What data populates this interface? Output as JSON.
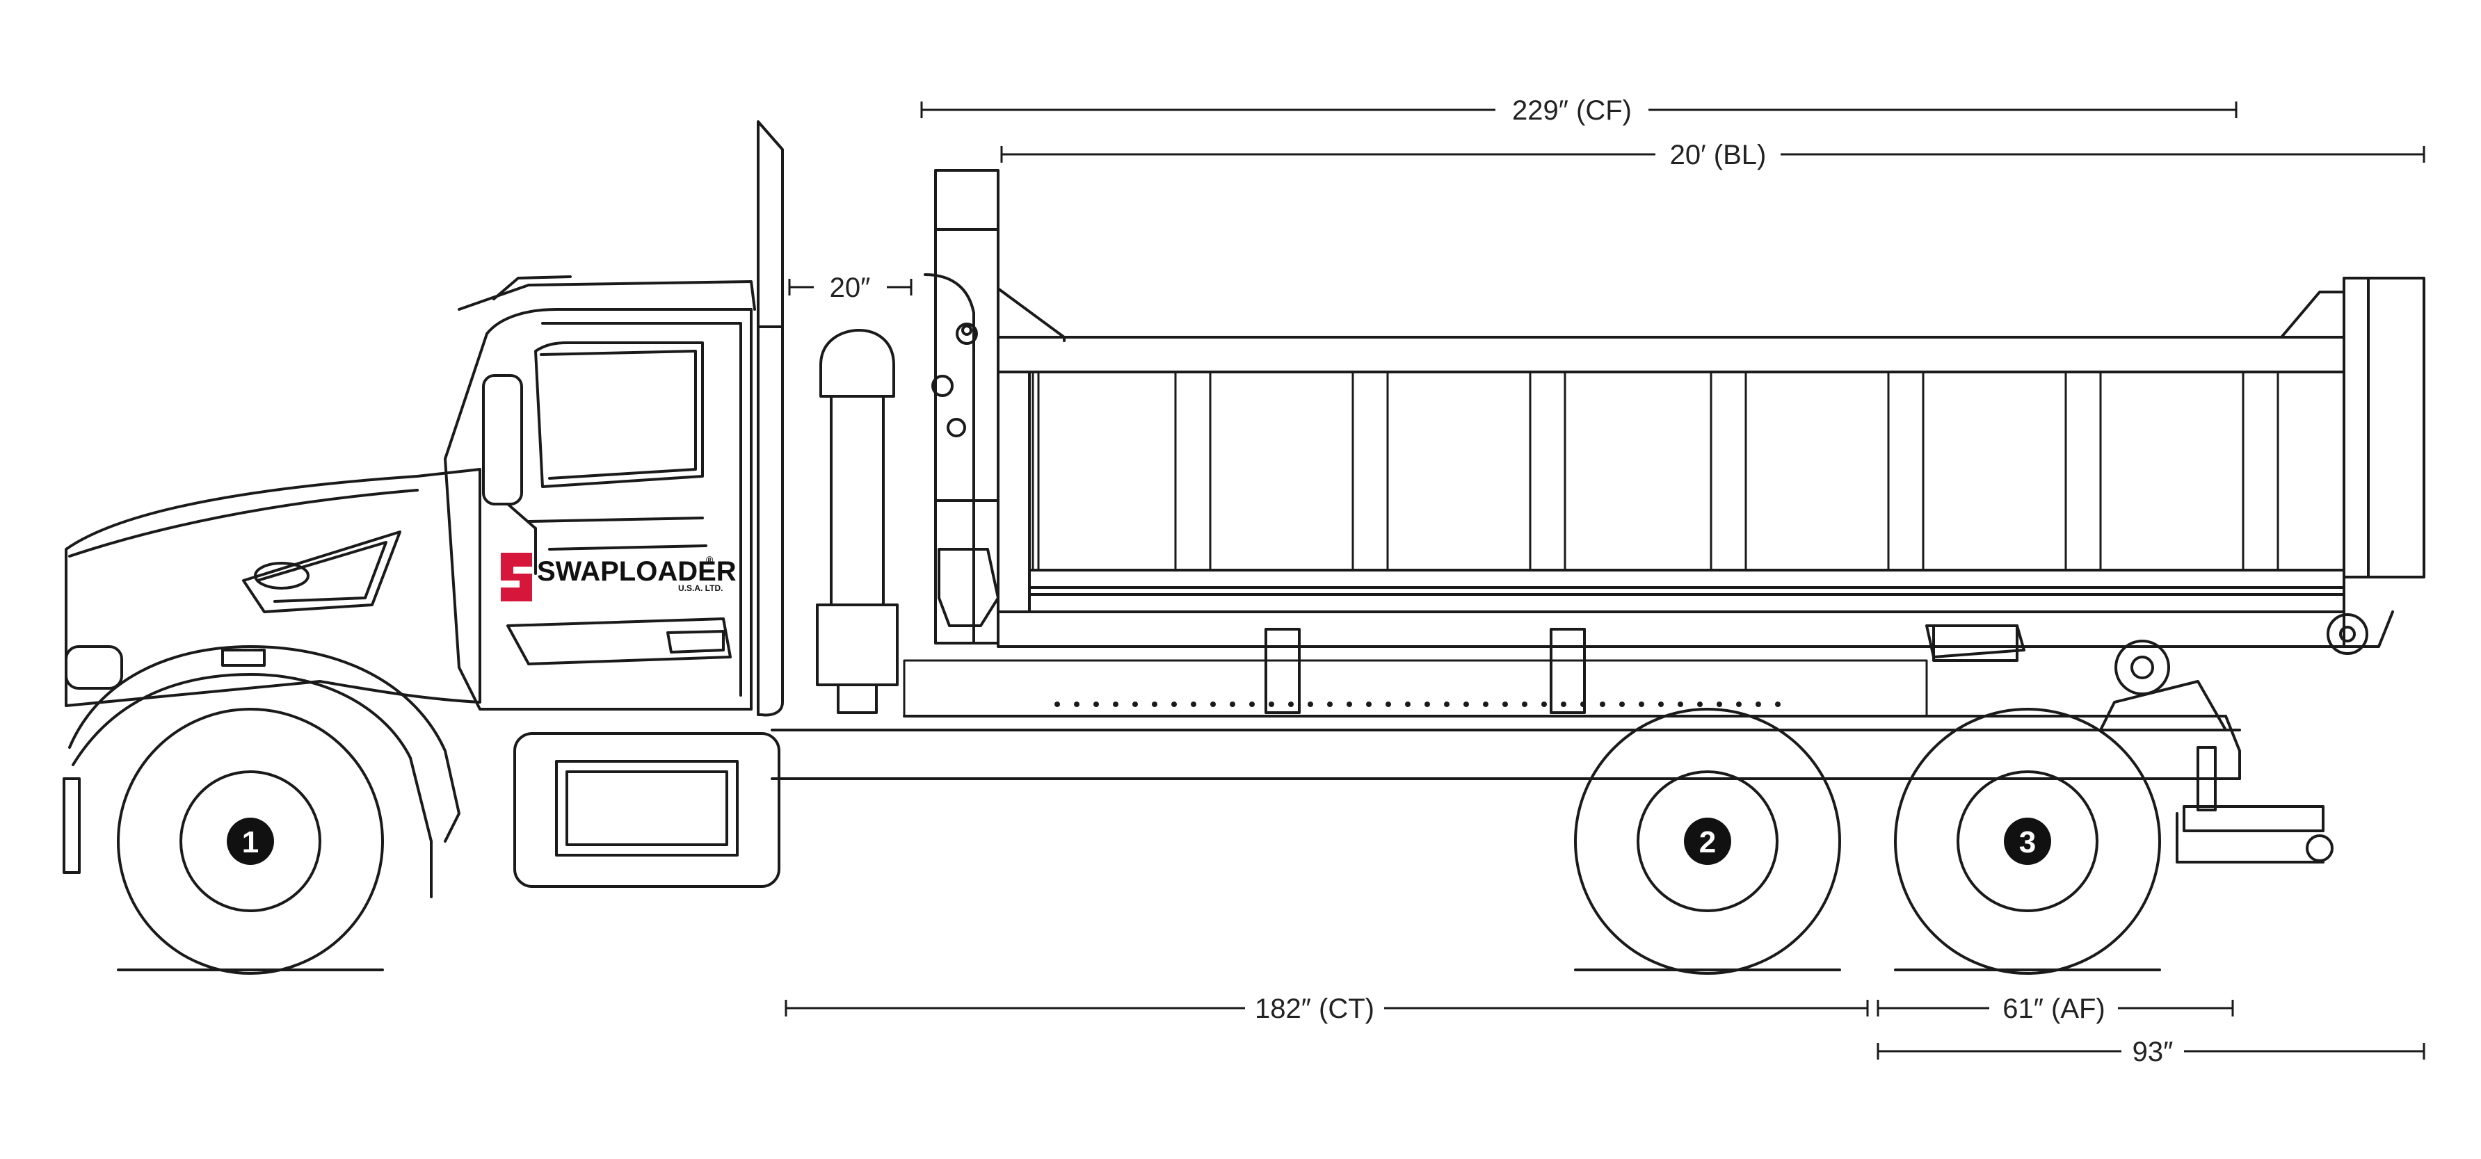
{
  "diagram": {
    "logo": {
      "wordmark": "SWAPLOADER",
      "registered": "®",
      "tagline": "U.S.A. LTD.",
      "color": "#d6163a"
    },
    "dimensions": {
      "cf": "229″ (CF)",
      "bl": "20′ (BL)",
      "stack_gap": "20″",
      "ct": "182″ (CT)",
      "af": "61″ (AF)",
      "overhang": "93″"
    },
    "axles": [
      "1",
      "2",
      "3"
    ],
    "colors": {
      "line": "#1a1a1a",
      "fill": "#ffffff"
    }
  }
}
